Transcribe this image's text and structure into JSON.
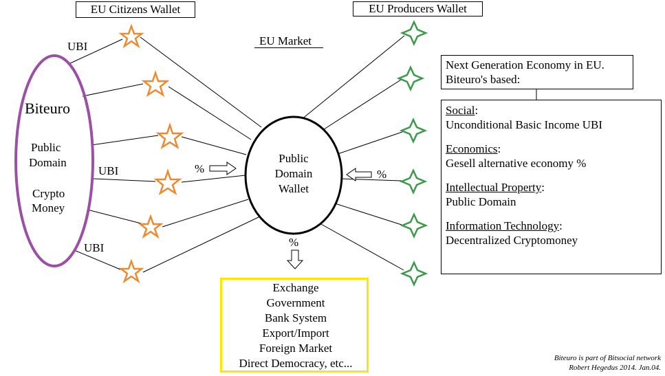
{
  "header": {
    "citizens_wallet": "EU Citizens Wallet",
    "producers_wallet": "EU Producers Wallet",
    "market": "EU Market"
  },
  "biteuro": {
    "title": "Biteuro",
    "lines": [
      "Public",
      "Domain",
      "Crypto",
      "Money"
    ]
  },
  "ubi_labels": [
    "UBI",
    "UBI",
    "UBI"
  ],
  "center_wallet": {
    "lines": [
      "Public",
      "Domain",
      "Wallet"
    ]
  },
  "percent_labels": {
    "left": "%",
    "right": "%",
    "bottom": "%"
  },
  "next_generation": {
    "lines": [
      "Next Generation Economy in EU.",
      "Biteuro's based:"
    ]
  },
  "info": {
    "sections": [
      {
        "heading": "Social",
        "text": "Unconditional Basic Income UBI"
      },
      {
        "heading": "Economics",
        "text": "Gesell alternative economy %"
      },
      {
        "heading": "Intellectual Property",
        "text": "Public Domain"
      },
      {
        "heading": "Information Technology",
        "text": "Decentralized Cryptomoney"
      }
    ]
  },
  "outlets": [
    "Exchange",
    "Government",
    "Bank System",
    "Export/Import",
    "Foreign Market",
    "Direct Democracy, etc..."
  ],
  "credit": [
    "Biteuro is part of Bitsocial network",
    "Robert Hegedus 2014. Jan.04."
  ],
  "colors": {
    "ellipse_purple": "#9b4fa6",
    "citizen_star": "#ee8a2d",
    "producer_star": "#3a9a4a",
    "outlet_border": "#ffe600"
  }
}
